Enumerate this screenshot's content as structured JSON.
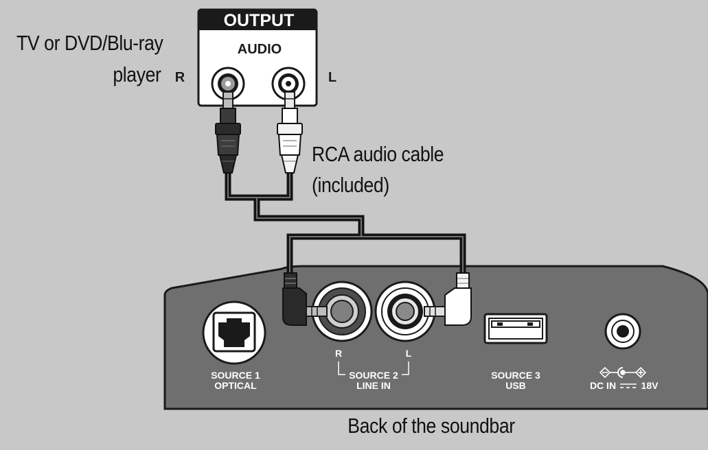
{
  "source_device": {
    "name_line1": "TV or DVD/Blu-ray",
    "name_line2": "player",
    "panel_header": "OUTPUT",
    "panel_sublabel": "AUDIO",
    "left_jack_letter": "R",
    "right_jack_letter": "L"
  },
  "cable": {
    "label_line1": "RCA audio cable",
    "label_line2": "(included)"
  },
  "soundbar": {
    "caption": "Back of the soundbar",
    "ports": {
      "source1_line1": "SOURCE 1",
      "source1_line2": "OPTICAL",
      "source2_r": "R",
      "source2_l": "L",
      "source2_line1": "SOURCE 2",
      "source2_line2": "LINE IN",
      "source3_line1": "SOURCE 3",
      "source3_line2": "USB",
      "dc_in": "DC IN",
      "dc_voltage": "18V"
    }
  },
  "colors": {
    "background": "#c8c8c8",
    "soundbar_body": "#6f6f6f",
    "cable": "#141414",
    "panel": "#ffffff"
  },
  "icons": [
    "optical-port-icon",
    "rca-jack-icon",
    "usb-port-icon",
    "dc-power-jack-icon",
    "dc-polarity-icon",
    "rca-plug-icon"
  ]
}
